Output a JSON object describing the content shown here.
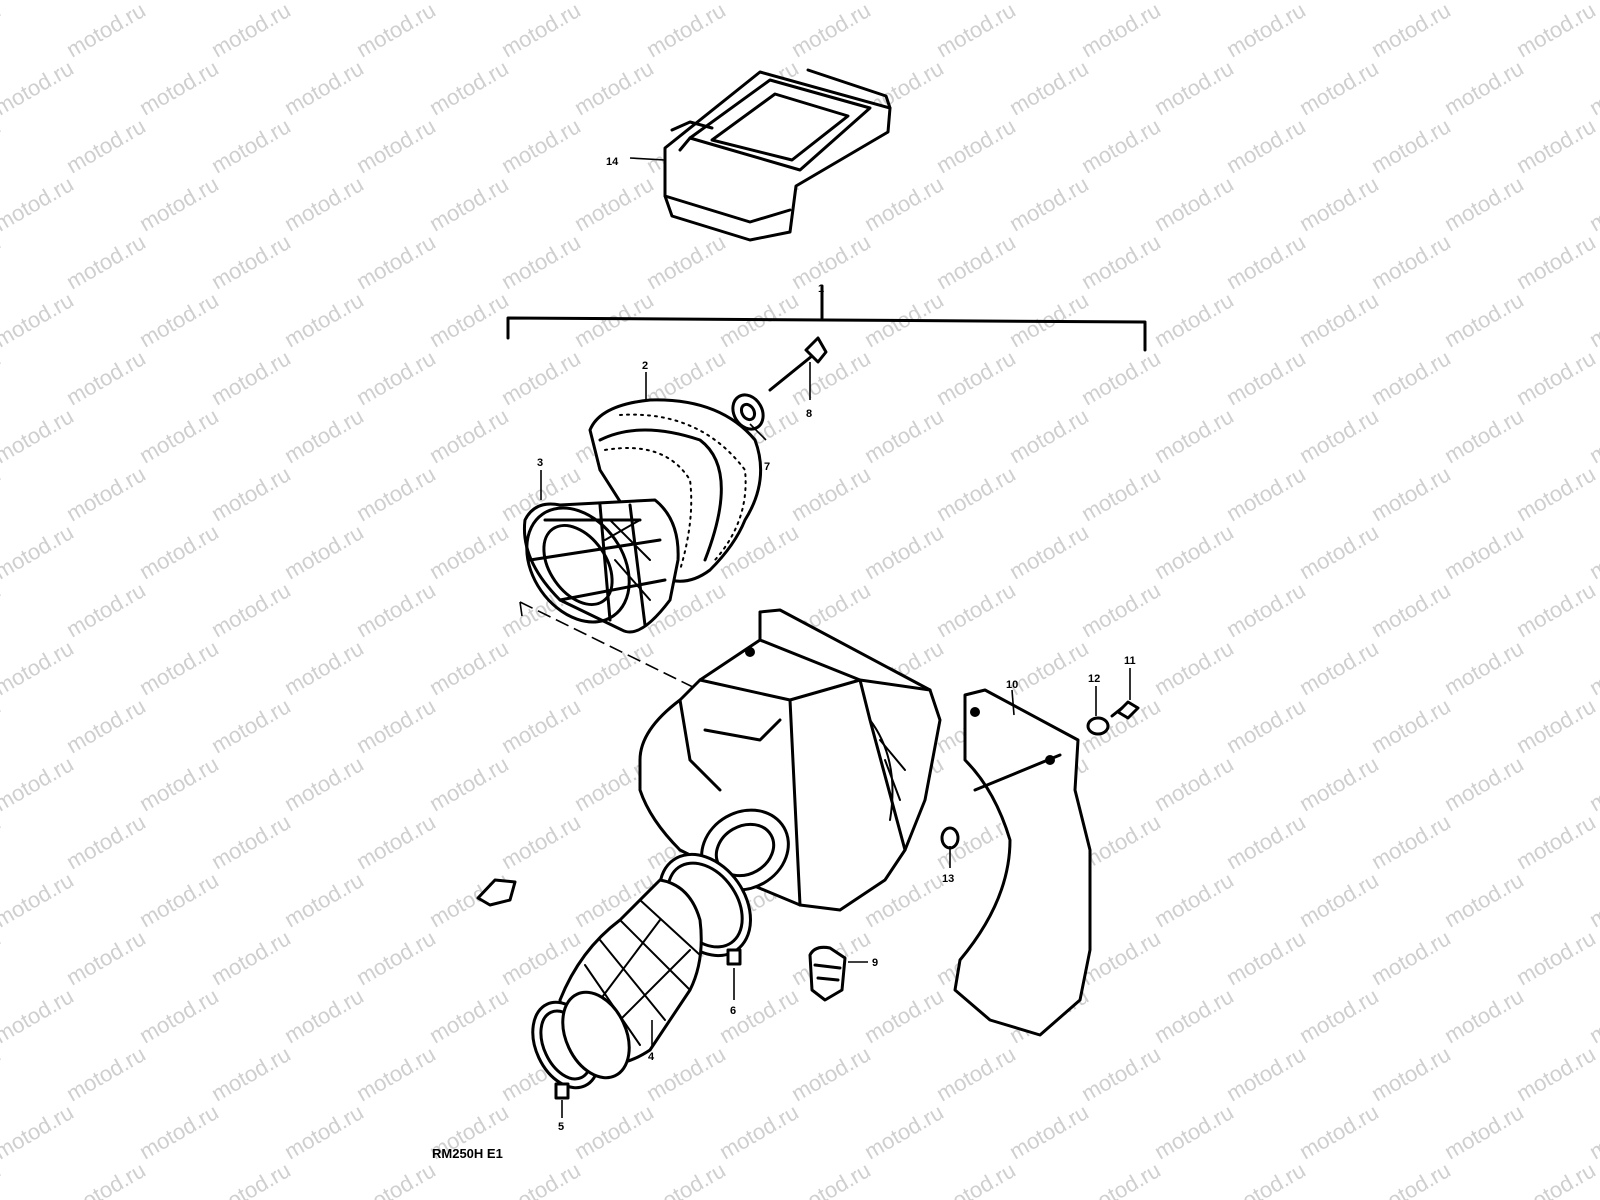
{
  "watermark": "motod.ru",
  "diagram_code": "RM250H E1",
  "callouts": [
    {
      "id": "14",
      "label": "14"
    },
    {
      "id": "1",
      "label": "1"
    },
    {
      "id": "2",
      "label": "2"
    },
    {
      "id": "3",
      "label": "3"
    },
    {
      "id": "4",
      "label": "4"
    },
    {
      "id": "5",
      "label": "5"
    },
    {
      "id": "6",
      "label": "6"
    },
    {
      "id": "7",
      "label": "7"
    },
    {
      "id": "8",
      "label": "8"
    },
    {
      "id": "9",
      "label": "9"
    },
    {
      "id": "10",
      "label": "10"
    },
    {
      "id": "11",
      "label": "11"
    },
    {
      "id": "12",
      "label": "12"
    },
    {
      "id": "13",
      "label": "13"
    }
  ],
  "colors": {
    "line": "#000000",
    "paper": "#ffffff",
    "watermark": "#cfcfcf"
  }
}
